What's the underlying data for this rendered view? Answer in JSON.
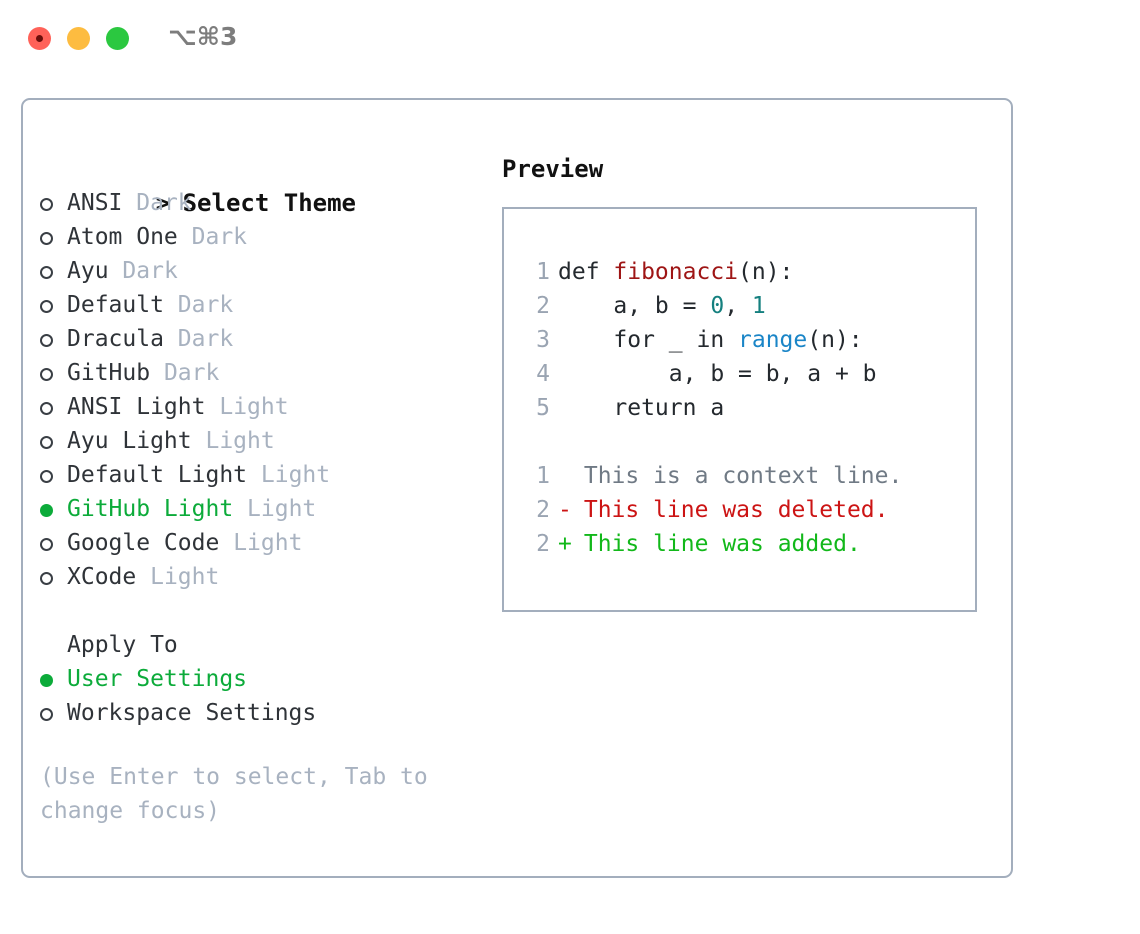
{
  "titlebar": {
    "shortcut": "⌥⌘3",
    "buttons": {
      "close": "close",
      "minimize": "minimize",
      "maximize": "maximize"
    }
  },
  "theme_selector": {
    "header": "Select Theme",
    "caret": ">",
    "selected_index": 9,
    "items": [
      {
        "label": "ANSI",
        "tag": "Dark",
        "selected": false
      },
      {
        "label": "Atom One",
        "tag": "Dark",
        "selected": false
      },
      {
        "label": "Ayu",
        "tag": "Dark",
        "selected": false
      },
      {
        "label": "Default",
        "tag": "Dark",
        "selected": false
      },
      {
        "label": "Dracula",
        "tag": "Dark",
        "selected": false
      },
      {
        "label": "GitHub",
        "tag": "Dark",
        "selected": false
      },
      {
        "label": "ANSI Light",
        "tag": "Light",
        "selected": false
      },
      {
        "label": "Ayu Light",
        "tag": "Light",
        "selected": false
      },
      {
        "label": "Default Light",
        "tag": "Light",
        "selected": false
      },
      {
        "label": "GitHub Light",
        "tag": "Light",
        "selected": true
      },
      {
        "label": "Google Code",
        "tag": "Light",
        "selected": false
      },
      {
        "label": "XCode",
        "tag": "Light",
        "selected": false
      }
    ]
  },
  "apply_to": {
    "header": "Apply To",
    "items": [
      {
        "label": "User Settings",
        "selected": true
      },
      {
        "label": "Workspace Settings",
        "selected": false
      }
    ]
  },
  "hint": "(Use Enter to select, Tab to change focus)",
  "preview": {
    "title": "Preview",
    "code_lines": [
      {
        "no": "1",
        "tokens": [
          {
            "t": "def ",
            "c": "kw"
          },
          {
            "t": "fibonacci",
            "c": "fn"
          },
          {
            "t": "(n):",
            "c": "plain"
          }
        ]
      },
      {
        "no": "2",
        "tokens": [
          {
            "t": "    a, b = ",
            "c": "plain"
          },
          {
            "t": "0",
            "c": "num"
          },
          {
            "t": ", ",
            "c": "plain"
          },
          {
            "t": "1",
            "c": "num"
          }
        ]
      },
      {
        "no": "3",
        "tokens": [
          {
            "t": "    for _ in ",
            "c": "plain"
          },
          {
            "t": "range",
            "c": "builtin"
          },
          {
            "t": "(n):",
            "c": "plain"
          }
        ]
      },
      {
        "no": "4",
        "tokens": [
          {
            "t": "        a, b = b, a + b",
            "c": "plain"
          }
        ]
      },
      {
        "no": "5",
        "tokens": [
          {
            "t": "    return a",
            "c": "plain"
          }
        ]
      }
    ],
    "diff_lines": [
      {
        "no": "1",
        "mark": " ",
        "text": " This is a context line.",
        "kind": "context"
      },
      {
        "no": "2",
        "mark": "-",
        "text": " This line was deleted.",
        "kind": "deleted"
      },
      {
        "no": "2",
        "mark": "+",
        "text": " This line was added.",
        "kind": "added"
      }
    ]
  },
  "colors": {
    "accent_green": "#0cab3a",
    "border": "#a3aebd",
    "muted": "#a8b2c0",
    "diff_add": "#12b81a",
    "diff_del": "#cc1414",
    "syntax_function": "#9e1515",
    "syntax_number": "#15807f",
    "syntax_builtin": "#1a85c7"
  }
}
